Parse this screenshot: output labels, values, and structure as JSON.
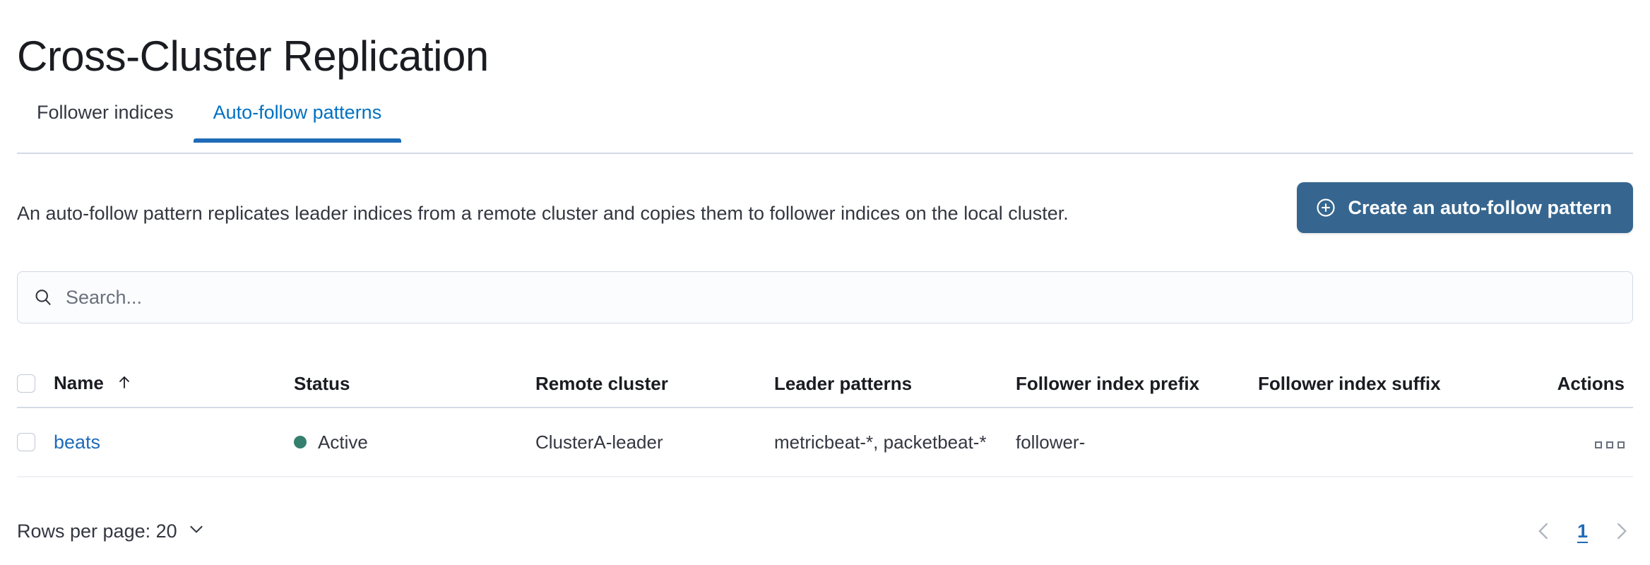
{
  "header": {
    "title": "Cross-Cluster Replication"
  },
  "tabs": [
    {
      "label": "Follower indices",
      "active": false,
      "name": "tab-follower-indices"
    },
    {
      "label": "Auto-follow patterns",
      "active": true,
      "name": "tab-auto-follow-patterns"
    }
  ],
  "intro": {
    "description": "An auto-follow pattern replicates leader indices from a remote cluster and copies them to follower indices on the local cluster."
  },
  "cta": {
    "label": "Create an auto-follow pattern",
    "icon": "plus-in-circle-icon",
    "background": "#36668f",
    "text_color": "#ffffff"
  },
  "search": {
    "placeholder": "Search...",
    "value": "",
    "icon": "search-icon"
  },
  "table": {
    "columns": [
      {
        "label": "Name",
        "sorted": "asc",
        "sort_icon": "sort-arrow-up-icon"
      },
      {
        "label": "Status"
      },
      {
        "label": "Remote cluster"
      },
      {
        "label": "Leader patterns"
      },
      {
        "label": "Follower index prefix"
      },
      {
        "label": "Follower index suffix"
      },
      {
        "label": "Actions"
      }
    ],
    "rows": [
      {
        "selected": false,
        "name": "beats",
        "status": "Active",
        "status_color": "#357f6e",
        "remote_cluster": "ClusterA-leader",
        "leader_patterns": "metricbeat-*, packetbeat-*",
        "follower_index_prefix": "follower-",
        "follower_index_suffix": "",
        "actions_icon": "boxes-horizontal-icon"
      }
    ]
  },
  "footer": {
    "rows_per_page_label": "Rows per page: 20",
    "rows_per_page_icon": "chevron-down-icon",
    "pagination": {
      "previous_icon": "chevron-left-icon",
      "next_icon": "chevron-right-icon",
      "current_page": "1"
    }
  },
  "colors": {
    "accent": "#1f6bb8",
    "link": "#1f6bb8",
    "border": "#d3dae6",
    "text": "#343741",
    "status_active": "#357f6e"
  }
}
